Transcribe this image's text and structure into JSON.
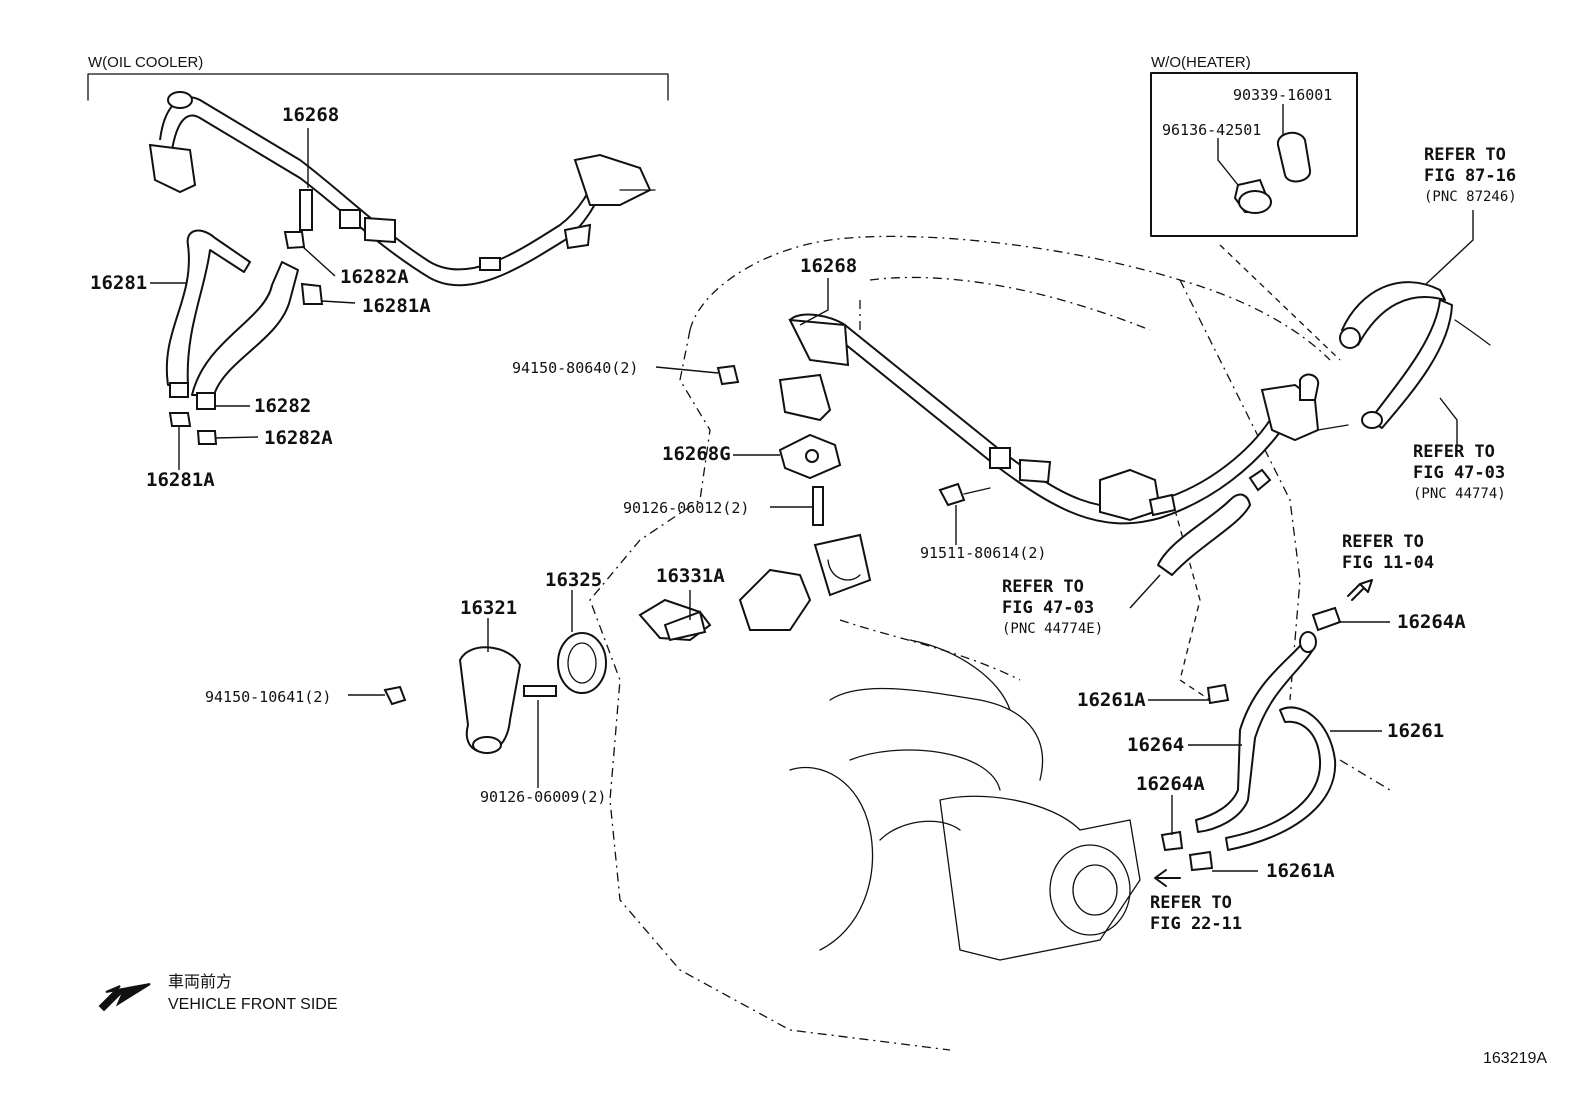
{
  "groups": {
    "oil_cooler": "W(OIL COOLER)",
    "heater": "W/O(HEATER)"
  },
  "parts": {
    "p16268_top": "16268",
    "p16281": "16281",
    "p16282A_top": "16282A",
    "p16281A_top": "16281A",
    "p16282": "16282",
    "p16282A_bot": "16282A",
    "p16281A_bot": "16281A",
    "p16268_main": "16268",
    "p94150_80640": "94150-80640(2)",
    "p16268G": "16268G",
    "p90126_06012": "90126-06012(2)",
    "p91511_80614": "91511-80614(2)",
    "p16325": "16325",
    "p16331A": "16331A",
    "p16321": "16321",
    "p94150_10641": "94150-10641(2)",
    "p90126_06009": "90126-06009(2)",
    "p90339_16001": "90339-16001",
    "p96136_42501": "96136-42501",
    "p16264A_top": "16264A",
    "p16261A_top": "16261A",
    "p16261": "16261",
    "p16264": "16264",
    "p16264A_bot": "16264A",
    "p16261A_bot": "16261A"
  },
  "refs": {
    "r87_16": {
      "line1": "REFER TO",
      "line2": "FIG 87-16",
      "line3": "(PNC 87246)"
    },
    "r47_03_right": {
      "line1": "REFER TO",
      "line2": "FIG 47-03",
      "line3": "(PNC 44774)"
    },
    "r11_04": {
      "line1": "REFER TO",
      "line2": "FIG 11-04"
    },
    "r47_03_mid": {
      "line1": "REFER TO",
      "line2": "FIG 47-03",
      "line3": "(PNC 44774E)"
    },
    "r22_11": {
      "line1": "REFER TO",
      "line2": "FIG 22-11"
    }
  },
  "legend": {
    "japanese": "車両前方",
    "english": "VEHICLE FRONT SIDE"
  },
  "figure_id": "163219A",
  "icons": {
    "front_arrow": "arrow-down-left-icon",
    "ref_arrow_up": "arrow-up-right-icon",
    "ref_arrow_left": "arrow-left-icon"
  }
}
